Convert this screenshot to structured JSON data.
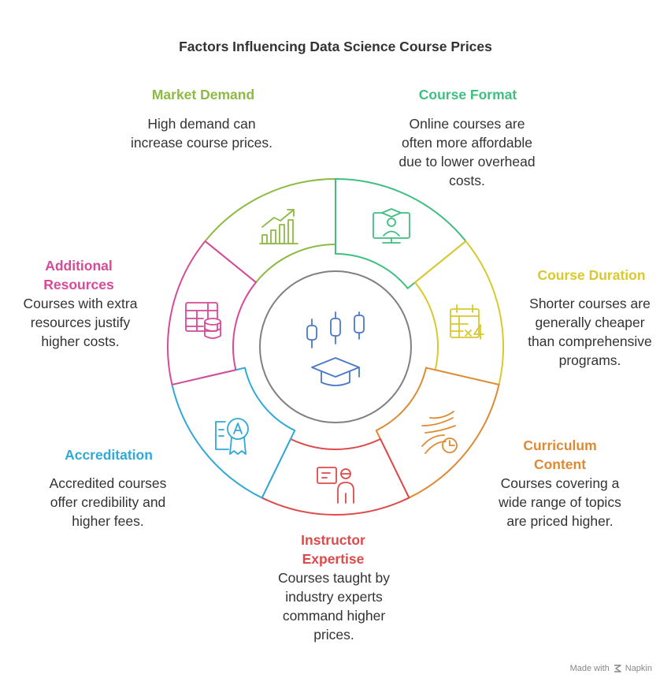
{
  "title": "Factors Influencing Data Science Course Prices",
  "colors": {
    "market_demand": "#8dba43",
    "course_format": "#3fbf7f",
    "course_duration": "#d9c82e",
    "curriculum_content": "#de8a32",
    "instructor_expertise": "#de4a4a",
    "accreditation": "#2fa9d6",
    "additional_resources": "#d64a98",
    "center": "#808080",
    "hub_icons": "#4a78c8"
  },
  "factors": {
    "market_demand": {
      "label": "Market Demand",
      "desc": "High demand can increase course prices.",
      "icon": "chart-growth-icon"
    },
    "course_format": {
      "label": "Course Format",
      "desc": "Online courses are often more affordable due to lower overhead costs.",
      "icon": "online-graduate-icon"
    },
    "course_duration": {
      "label": "Course Duration",
      "desc": "Shorter courses are generally cheaper than comprehensive programs.",
      "icon": "calendar-icon"
    },
    "curriculum_content": {
      "label": "Curriculum Content",
      "desc": "Courses covering a wide range of topics are priced higher.",
      "icon": "flow-timer-icon"
    },
    "instructor_expertise": {
      "label": "Instructor Expertise",
      "desc": "Courses taught by industry experts command higher prices.",
      "icon": "instructor-icon"
    },
    "accreditation": {
      "label": "Accreditation",
      "desc": "Accredited courses offer credibility and higher fees.",
      "icon": "certificate-icon"
    },
    "additional_resources": {
      "label": "Additional Resources",
      "desc": "Courses with extra resources justify higher costs.",
      "icon": "database-table-icon"
    }
  },
  "hub_icons": [
    "candlestick-chart-icon",
    "graduation-cap-icon"
  ],
  "footer": {
    "made_with": "Made with",
    "brand": "Napkin"
  }
}
